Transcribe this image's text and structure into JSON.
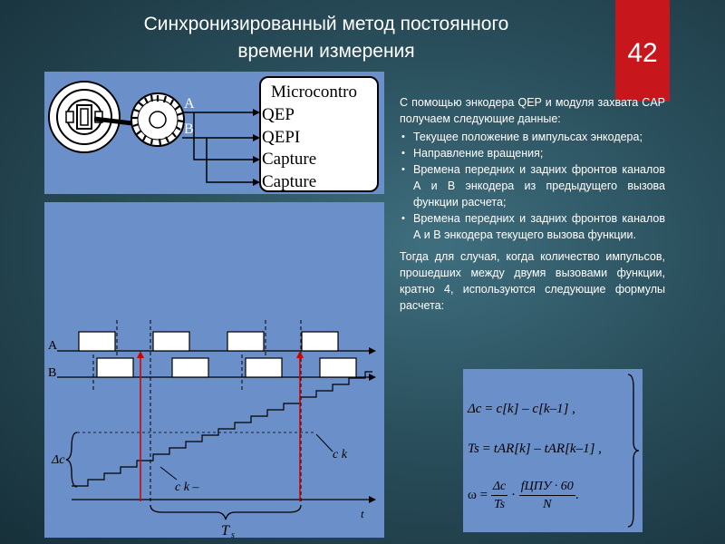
{
  "slide": {
    "title_line1": "Синхронизированный метод постоянного",
    "title_line2": "времени измерения",
    "number": "42"
  },
  "encoder_diagram": {
    "channel_a": "A",
    "channel_b": "B",
    "box_title": "Microcontro",
    "ports": [
      "QEP",
      "QEPI",
      "Capture",
      "Capture"
    ]
  },
  "timing_diagram": {
    "signal_a": "A",
    "signal_b": "B",
    "delta_label": "Δc",
    "ck_label": "c k",
    "ck1_label": "c k –",
    "ts_label": "T",
    "ts_sub": "s",
    "t_axis": "t"
  },
  "description": {
    "intro": "С помощью энкодера QEP и модуля захвата CAP получаем следующие данные:",
    "items": [
      "Текущее положение в импульсах энкодера;",
      "Направление вращения;",
      "Времена передних и задних фронтов каналов А и В энкодера из предыдущего вызова функции расчета;",
      "Времена передних и задних фронтов каналов А и В энкодера текущего вызова функции."
    ],
    "condition": "Тогда для случая, когда количество импульсов, прошедших между двумя вызовами функции, кратно 4, используются следующие формулы расчета:"
  },
  "formulas": {
    "f1_lhs": "Δc",
    "f1_rhs": "c[k] – c[k–1] ,",
    "f2_lhs": "Ts",
    "f2_rhs": "tAR[k] – tAR[k–1] ,",
    "f3_lhs": "ω",
    "f3_num1": "Δc",
    "f3_den1": "Ts",
    "f3_num2": "fЦПУ · 60",
    "f3_den2": "N"
  }
}
